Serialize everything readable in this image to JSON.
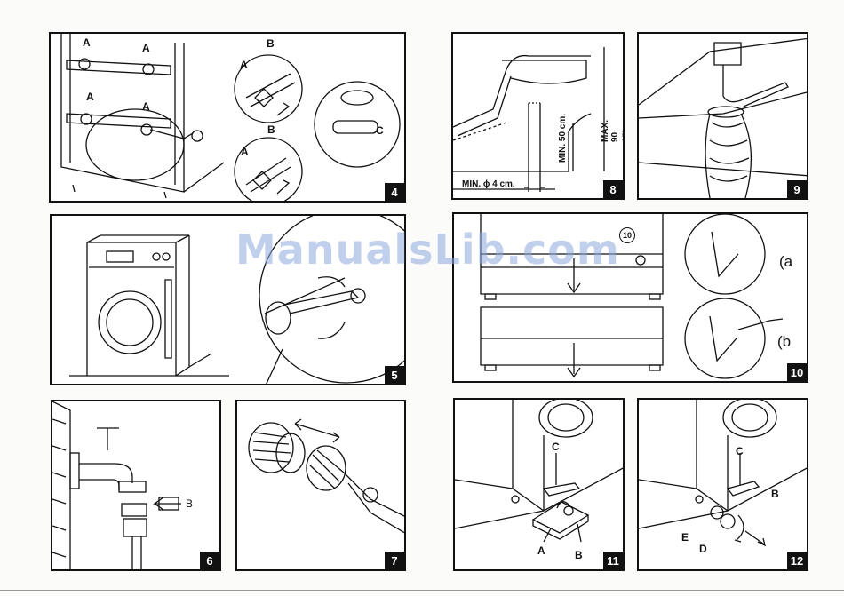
{
  "watermark": "ManualsLib.com",
  "panels": [
    {
      "number": "4",
      "labels": [
        "A",
        "A",
        "A",
        "A",
        "A",
        "B",
        "A",
        "B",
        "C"
      ]
    },
    {
      "number": "5"
    },
    {
      "number": "6",
      "labels": [
        "B"
      ]
    },
    {
      "number": "7"
    },
    {
      "number": "8",
      "labels": [
        "MIN. ϕ 4 cm.",
        "MIN. 50 cm.",
        "MAX. 90 cm."
      ]
    },
    {
      "number": "9"
    },
    {
      "number": "10",
      "labels": [
        "10",
        "(a",
        "(b"
      ]
    },
    {
      "number": "11",
      "labels": [
        "C",
        "A",
        "B"
      ]
    },
    {
      "number": "12",
      "labels": [
        "C",
        "B",
        "E",
        "D"
      ]
    }
  ]
}
